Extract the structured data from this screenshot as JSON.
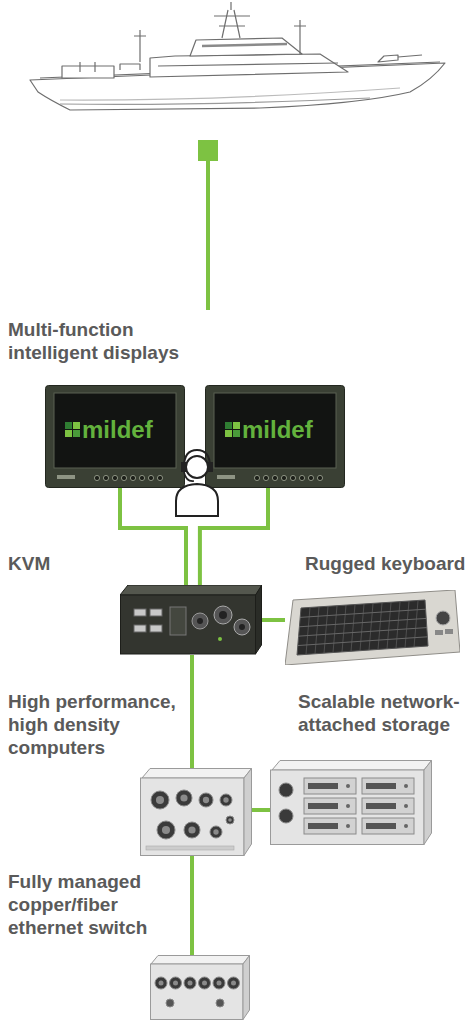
{
  "diagram": {
    "nodes": [
      {
        "text": [
          "mildef"
        ]
      },
      {
        "text": [
          "mildef"
        ]
      },
      {
        "text": [
          "KVM"
        ]
      },
      {
        "text": [
          "Rugged keyboard"
        ]
      },
      {
        "text": [
          "High performance, high density computers"
        ]
      },
      {
        "text": [
          "Scalable network-attached storage"
        ]
      },
      {
        "text": [
          "Fully managed copper/fiber ethernet switch"
        ]
      }
    ],
    "edges": [
      {
        "from": 0,
        "to": 2,
        "arrow": "none"
      },
      {
        "from": 1,
        "to": 2,
        "arrow": "none"
      },
      {
        "from": 2,
        "to": 3,
        "arrow": "none"
      },
      {
        "from": 2,
        "to": 4,
        "arrow": "none"
      },
      {
        "from": 4,
        "to": 5,
        "arrow": "none"
      },
      {
        "from": 4,
        "to": 6,
        "arrow": "none"
      }
    ],
    "labels": [
      "Multi-function intelligent displays"
    ]
  }
}
